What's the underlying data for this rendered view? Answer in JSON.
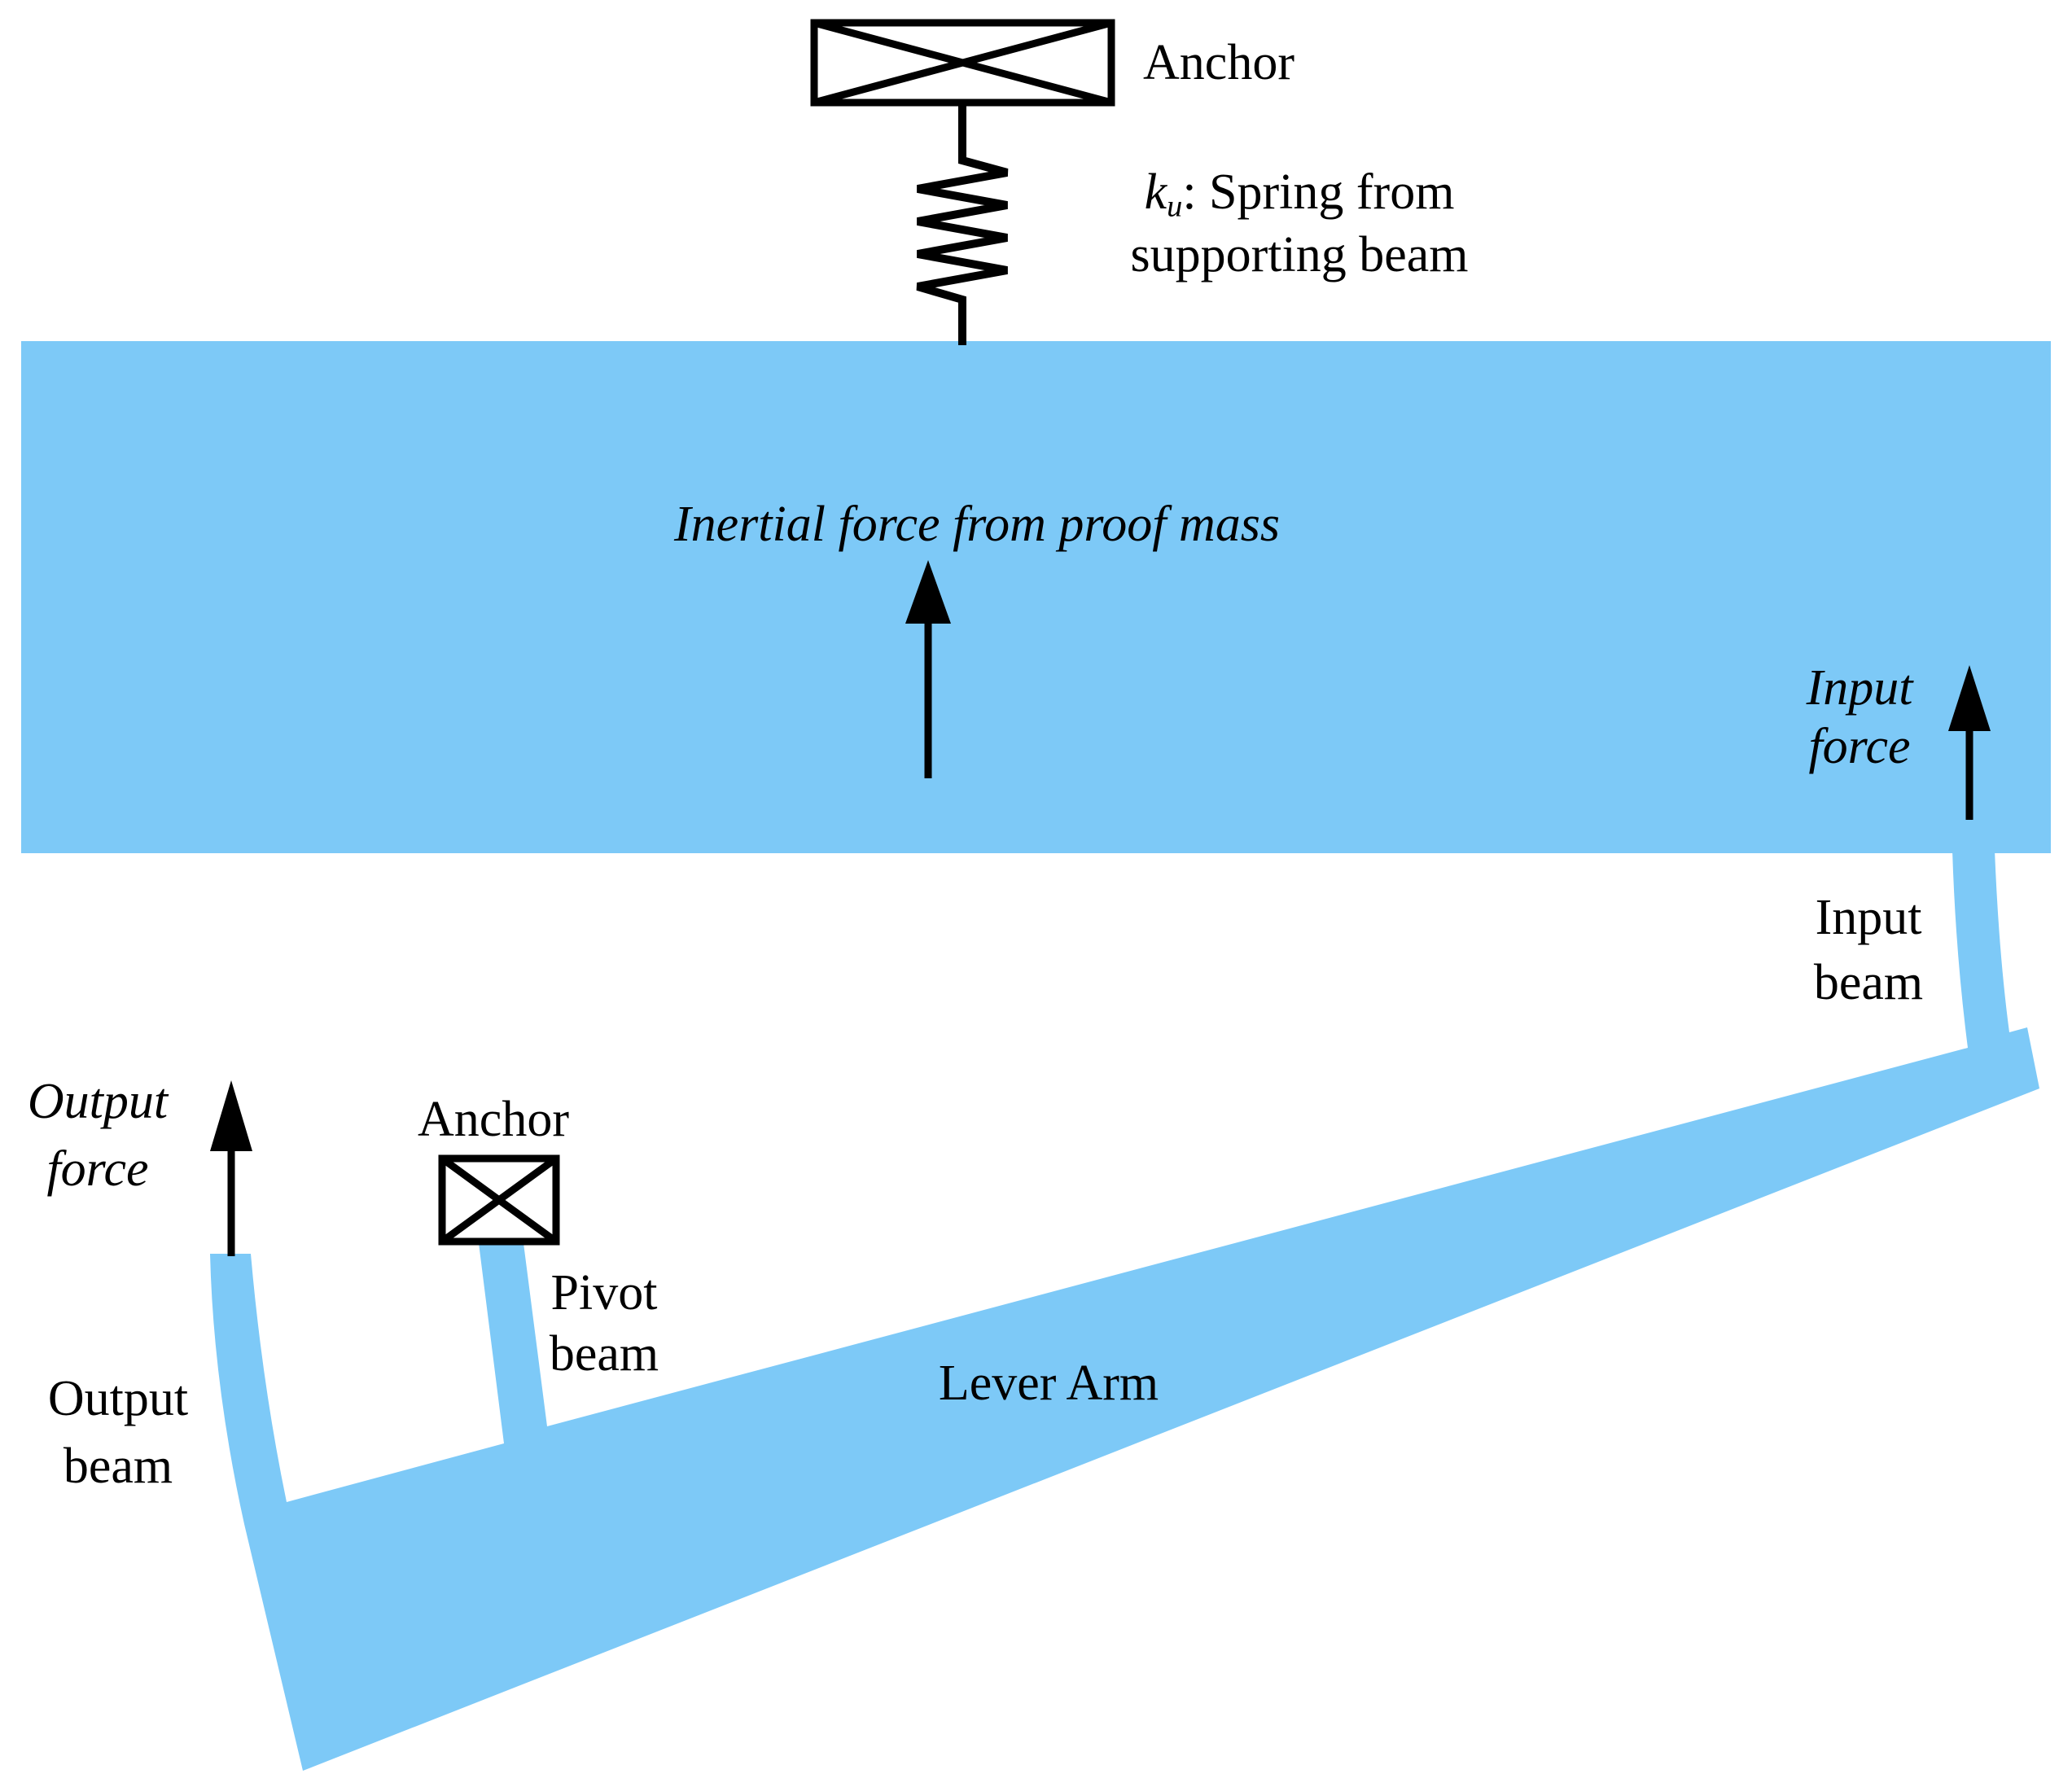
{
  "diagram": {
    "background_color": "#ffffff",
    "structure_color": "#7dc9f7",
    "ink_color": "#000000",
    "labels": {
      "top_anchor": "Anchor",
      "spring_symbol": "k",
      "spring_subscript": "u",
      "spring_rest": ": Spring from",
      "spring_line2": "supporting beam",
      "inertial_force": "Inertial force from proof mass",
      "input_force": [
        "Input",
        "force"
      ],
      "input_beam": [
        "Input",
        "beam"
      ],
      "output_force": [
        "Output",
        "force"
      ],
      "output_beam": [
        "Output",
        "beam"
      ],
      "pivot_anchor": "Anchor",
      "pivot_beam": [
        "Pivot",
        "beam"
      ],
      "lever_arm": "Lever Arm"
    }
  }
}
